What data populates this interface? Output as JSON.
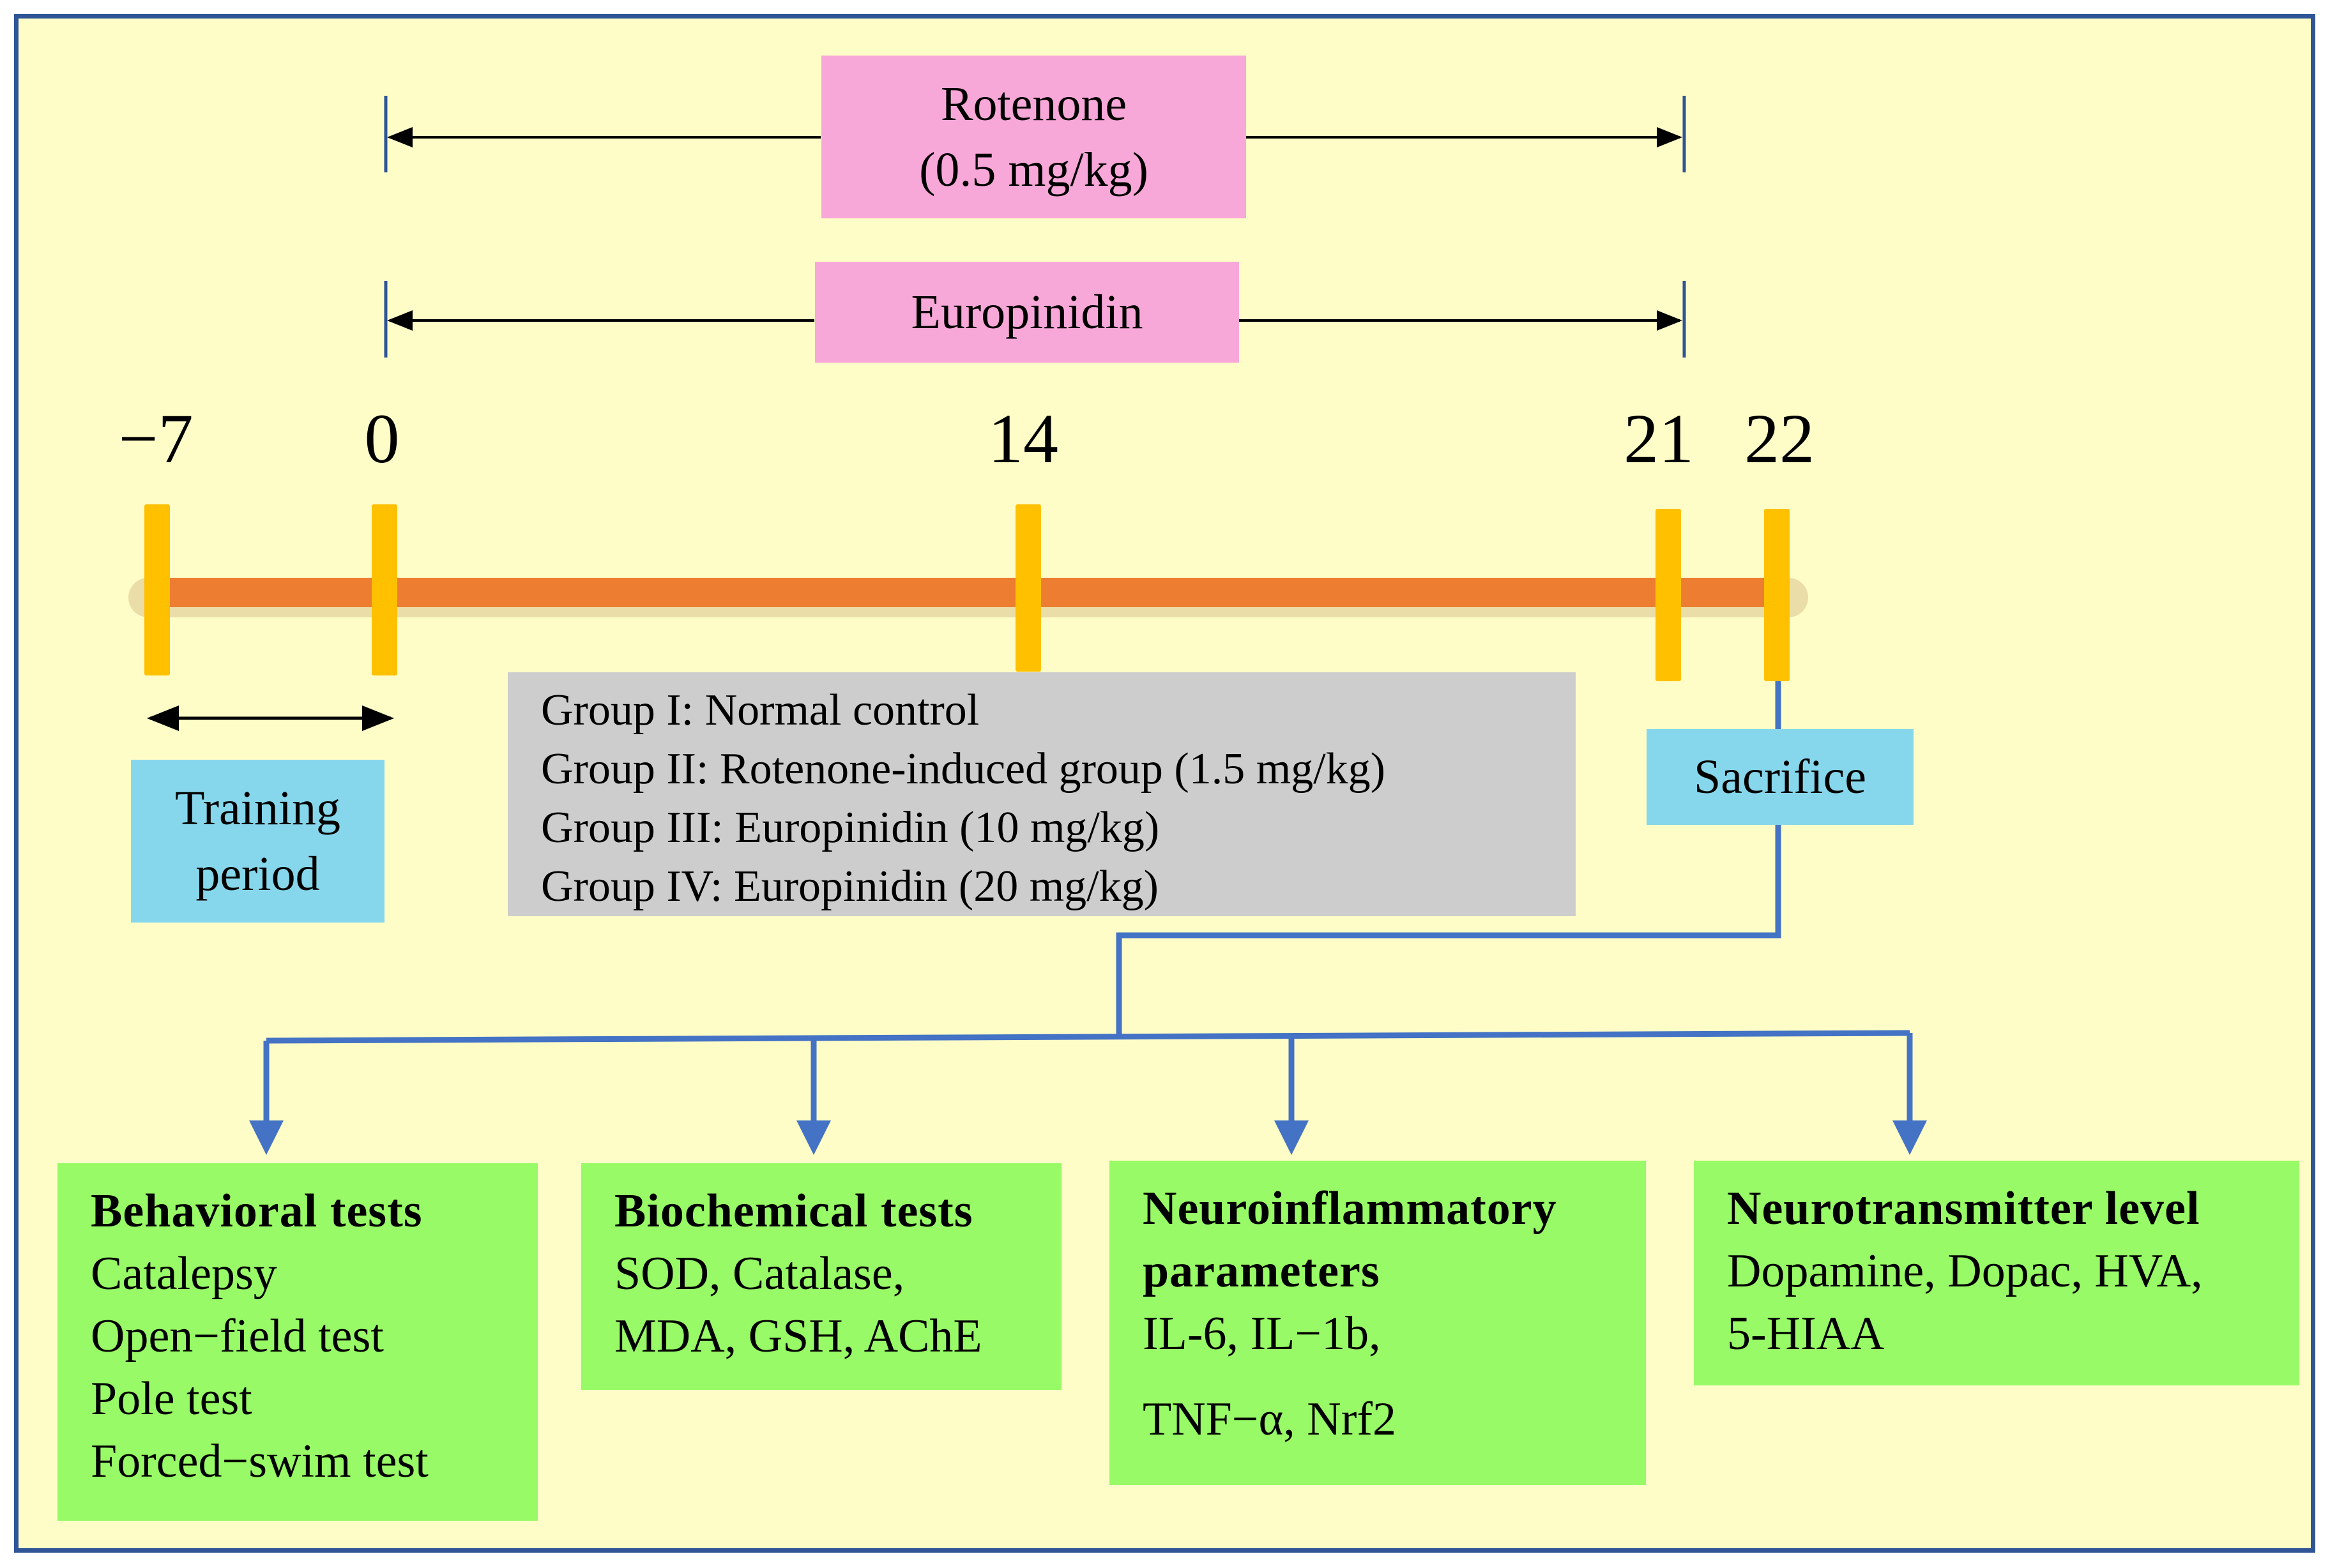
{
  "treatments": {
    "rotenone": {
      "line1": "Rotenone",
      "line2": "(0.5 mg/kg)"
    },
    "europinidin": {
      "label": "Europinidin"
    }
  },
  "timeline": {
    "days": [
      "−7",
      "0",
      "14",
      "21",
      "22"
    ]
  },
  "training": {
    "line1": "Training",
    "line2": "period"
  },
  "groups": [
    "Group I: Normal control",
    "Group II: Rotenone-induced group (1.5 mg/kg)",
    "Group III: Europinidin (10 mg/kg)",
    "Group IV: Europinidin (20 mg/kg)"
  ],
  "sacrifice": {
    "label": "Sacrifice"
  },
  "outcomes": {
    "behavioral": {
      "title": "Behavioral tests",
      "items": [
        "Catalepsy",
        "Open−field test",
        "Pole test",
        "Forced−swim test"
      ]
    },
    "biochemical": {
      "title": "Biochemical tests",
      "items": [
        "SOD, Catalase,",
        "MDA, GSH, AChE"
      ]
    },
    "neuroinflammatory": {
      "title_line1": "Neuroinflammatory",
      "title_line2": "parameters",
      "items": [
        "IL-6, IL−1b,",
        "TNF−α, Nrf2"
      ]
    },
    "neurotransmitter": {
      "title": "Neurotransmitter level",
      "items": [
        "Dopamine, Dopac, HVA,",
        "5-HIAA"
      ]
    }
  },
  "colors": {
    "background": "#fefdc8",
    "border": "#2f5597",
    "timeline_bar": "#ed7d31",
    "tick": "#ffc000",
    "connector": "#4472c4",
    "treatment_box": "#f8a8d8",
    "label_box": "#87d7ec",
    "group_box": "#cdcdcd",
    "outcome_box": "#98fa66"
  }
}
